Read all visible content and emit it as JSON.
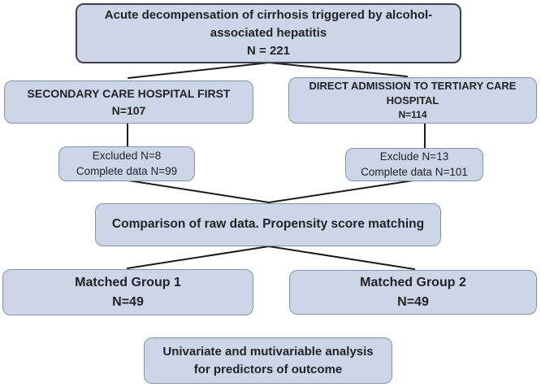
{
  "colors": {
    "box_fill": "#ccd6e7",
    "box_border": "#8494a8",
    "top_border": "#3e4049",
    "connector": "#1b1b1b",
    "text": "#1f2328",
    "background": "#ffffff"
  },
  "boxes": {
    "root": {
      "line1": "Acute decompensation of cirrhosis triggered by alcohol-",
      "line2": "associated hepatitis",
      "n": "N = 221"
    },
    "secondary": {
      "title": "SECONDARY CARE HOSPITAL FIRST",
      "n": "N=107"
    },
    "direct": {
      "line1": "DIRECT ADMISSION TO TERTIARY CARE",
      "line2": "HOSPITAL",
      "n": "N=114"
    },
    "excluded_left": {
      "line1": "Excluded N=8",
      "line2": "Complete data N=99"
    },
    "excluded_right": {
      "line1": "Exclude N=13",
      "line2": "Complete data N=101"
    },
    "comparison": {
      "title": "Comparison of raw data. Propensity score matching"
    },
    "matched1": {
      "title": "Matched Group 1",
      "n": "N=49"
    },
    "matched2": {
      "title": "Matched Group 2",
      "n": "N=49"
    },
    "analysis": {
      "line1": "Univariate and mutivariable analysis",
      "line2": "for predictors of outcome"
    }
  }
}
